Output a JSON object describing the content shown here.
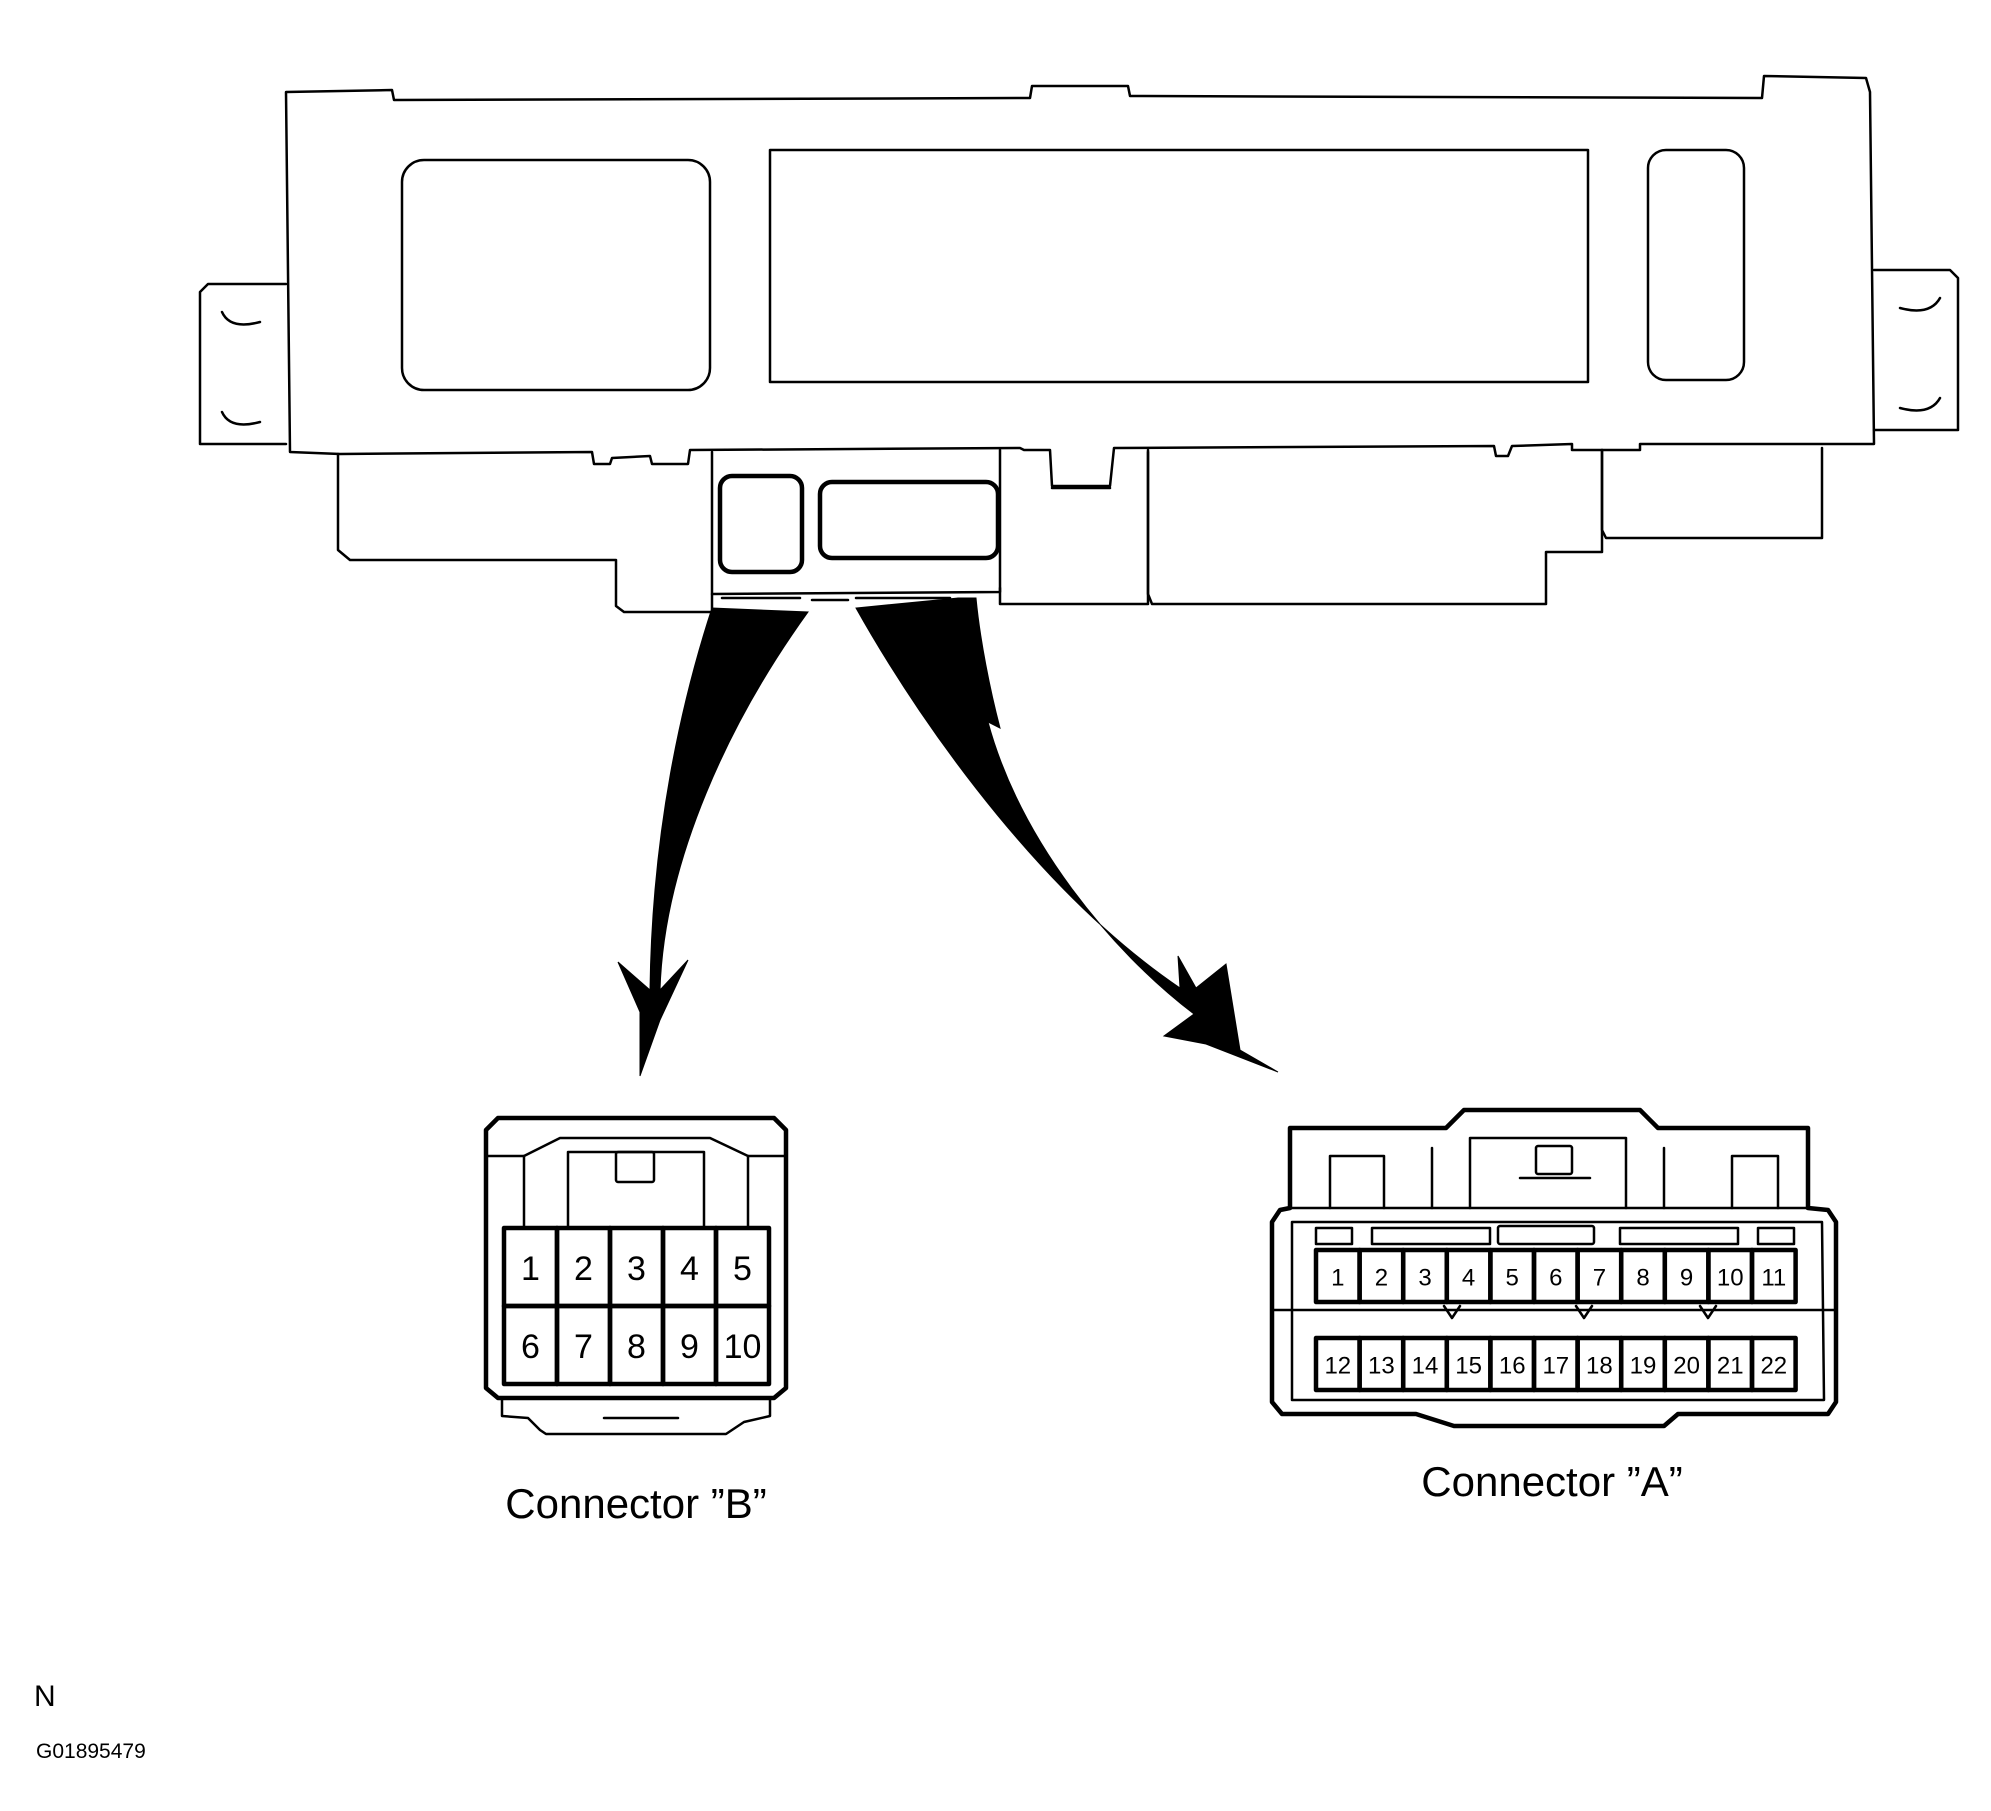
{
  "connector_b": {
    "caption": "Connector ”B”",
    "rows": [
      [
        "1",
        "2",
        "3",
        "4",
        "5"
      ],
      [
        "6",
        "7",
        "8",
        "9",
        "10"
      ]
    ]
  },
  "connector_a": {
    "caption": "Connector ”A”",
    "rows": [
      [
        "1",
        "2",
        "3",
        "4",
        "5",
        "6",
        "7",
        "8",
        "9",
        "10",
        "11"
      ],
      [
        "12",
        "13",
        "14",
        "15",
        "16",
        "17",
        "18",
        "19",
        "20",
        "21",
        "22"
      ]
    ]
  },
  "footer": {
    "letter": "N",
    "code": "G01895479"
  }
}
